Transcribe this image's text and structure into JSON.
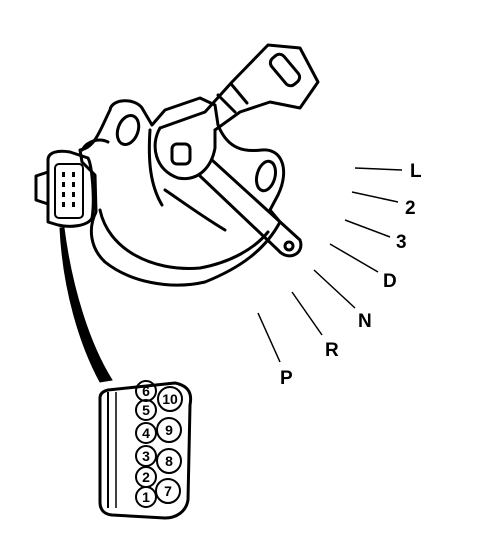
{
  "gear_positions": [
    "L",
    "2",
    "3",
    "D",
    "N",
    "R",
    "P"
  ],
  "pin_numbers": {
    "left_column": [
      "6",
      "5",
      "4",
      "3",
      "2",
      "1"
    ],
    "right_column": [
      "10",
      "9",
      "8",
      "7"
    ]
  },
  "colors": {
    "line": "#000000",
    "background": "#ffffff"
  }
}
